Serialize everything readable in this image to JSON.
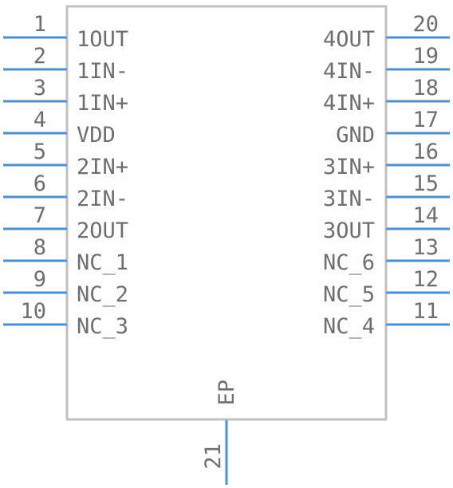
{
  "colors": {
    "pin": "#4a90d9",
    "body_outline": "#c0c0c0",
    "text": "#6e6e6e"
  },
  "left_pins": [
    {
      "number": "1",
      "name": "1OUT"
    },
    {
      "number": "2",
      "name": "1IN-"
    },
    {
      "number": "3",
      "name": "1IN+"
    },
    {
      "number": "4",
      "name": "VDD"
    },
    {
      "number": "5",
      "name": "2IN+"
    },
    {
      "number": "6",
      "name": "2IN-"
    },
    {
      "number": "7",
      "name": "2OUT"
    },
    {
      "number": "8",
      "name": "NC_1"
    },
    {
      "number": "9",
      "name": "NC_2"
    },
    {
      "number": "10",
      "name": "NC_3"
    }
  ],
  "right_pins": [
    {
      "number": "20",
      "name": "4OUT"
    },
    {
      "number": "19",
      "name": "4IN-"
    },
    {
      "number": "18",
      "name": "4IN+"
    },
    {
      "number": "17",
      "name": "GND"
    },
    {
      "number": "16",
      "name": "3IN+"
    },
    {
      "number": "15",
      "name": "3IN-"
    },
    {
      "number": "14",
      "name": "3OUT"
    },
    {
      "number": "13",
      "name": "NC_6"
    },
    {
      "number": "12",
      "name": "NC_5"
    },
    {
      "number": "11",
      "name": "NC_4"
    }
  ],
  "bottom_pins": [
    {
      "number": "21",
      "name": "EP"
    }
  ]
}
